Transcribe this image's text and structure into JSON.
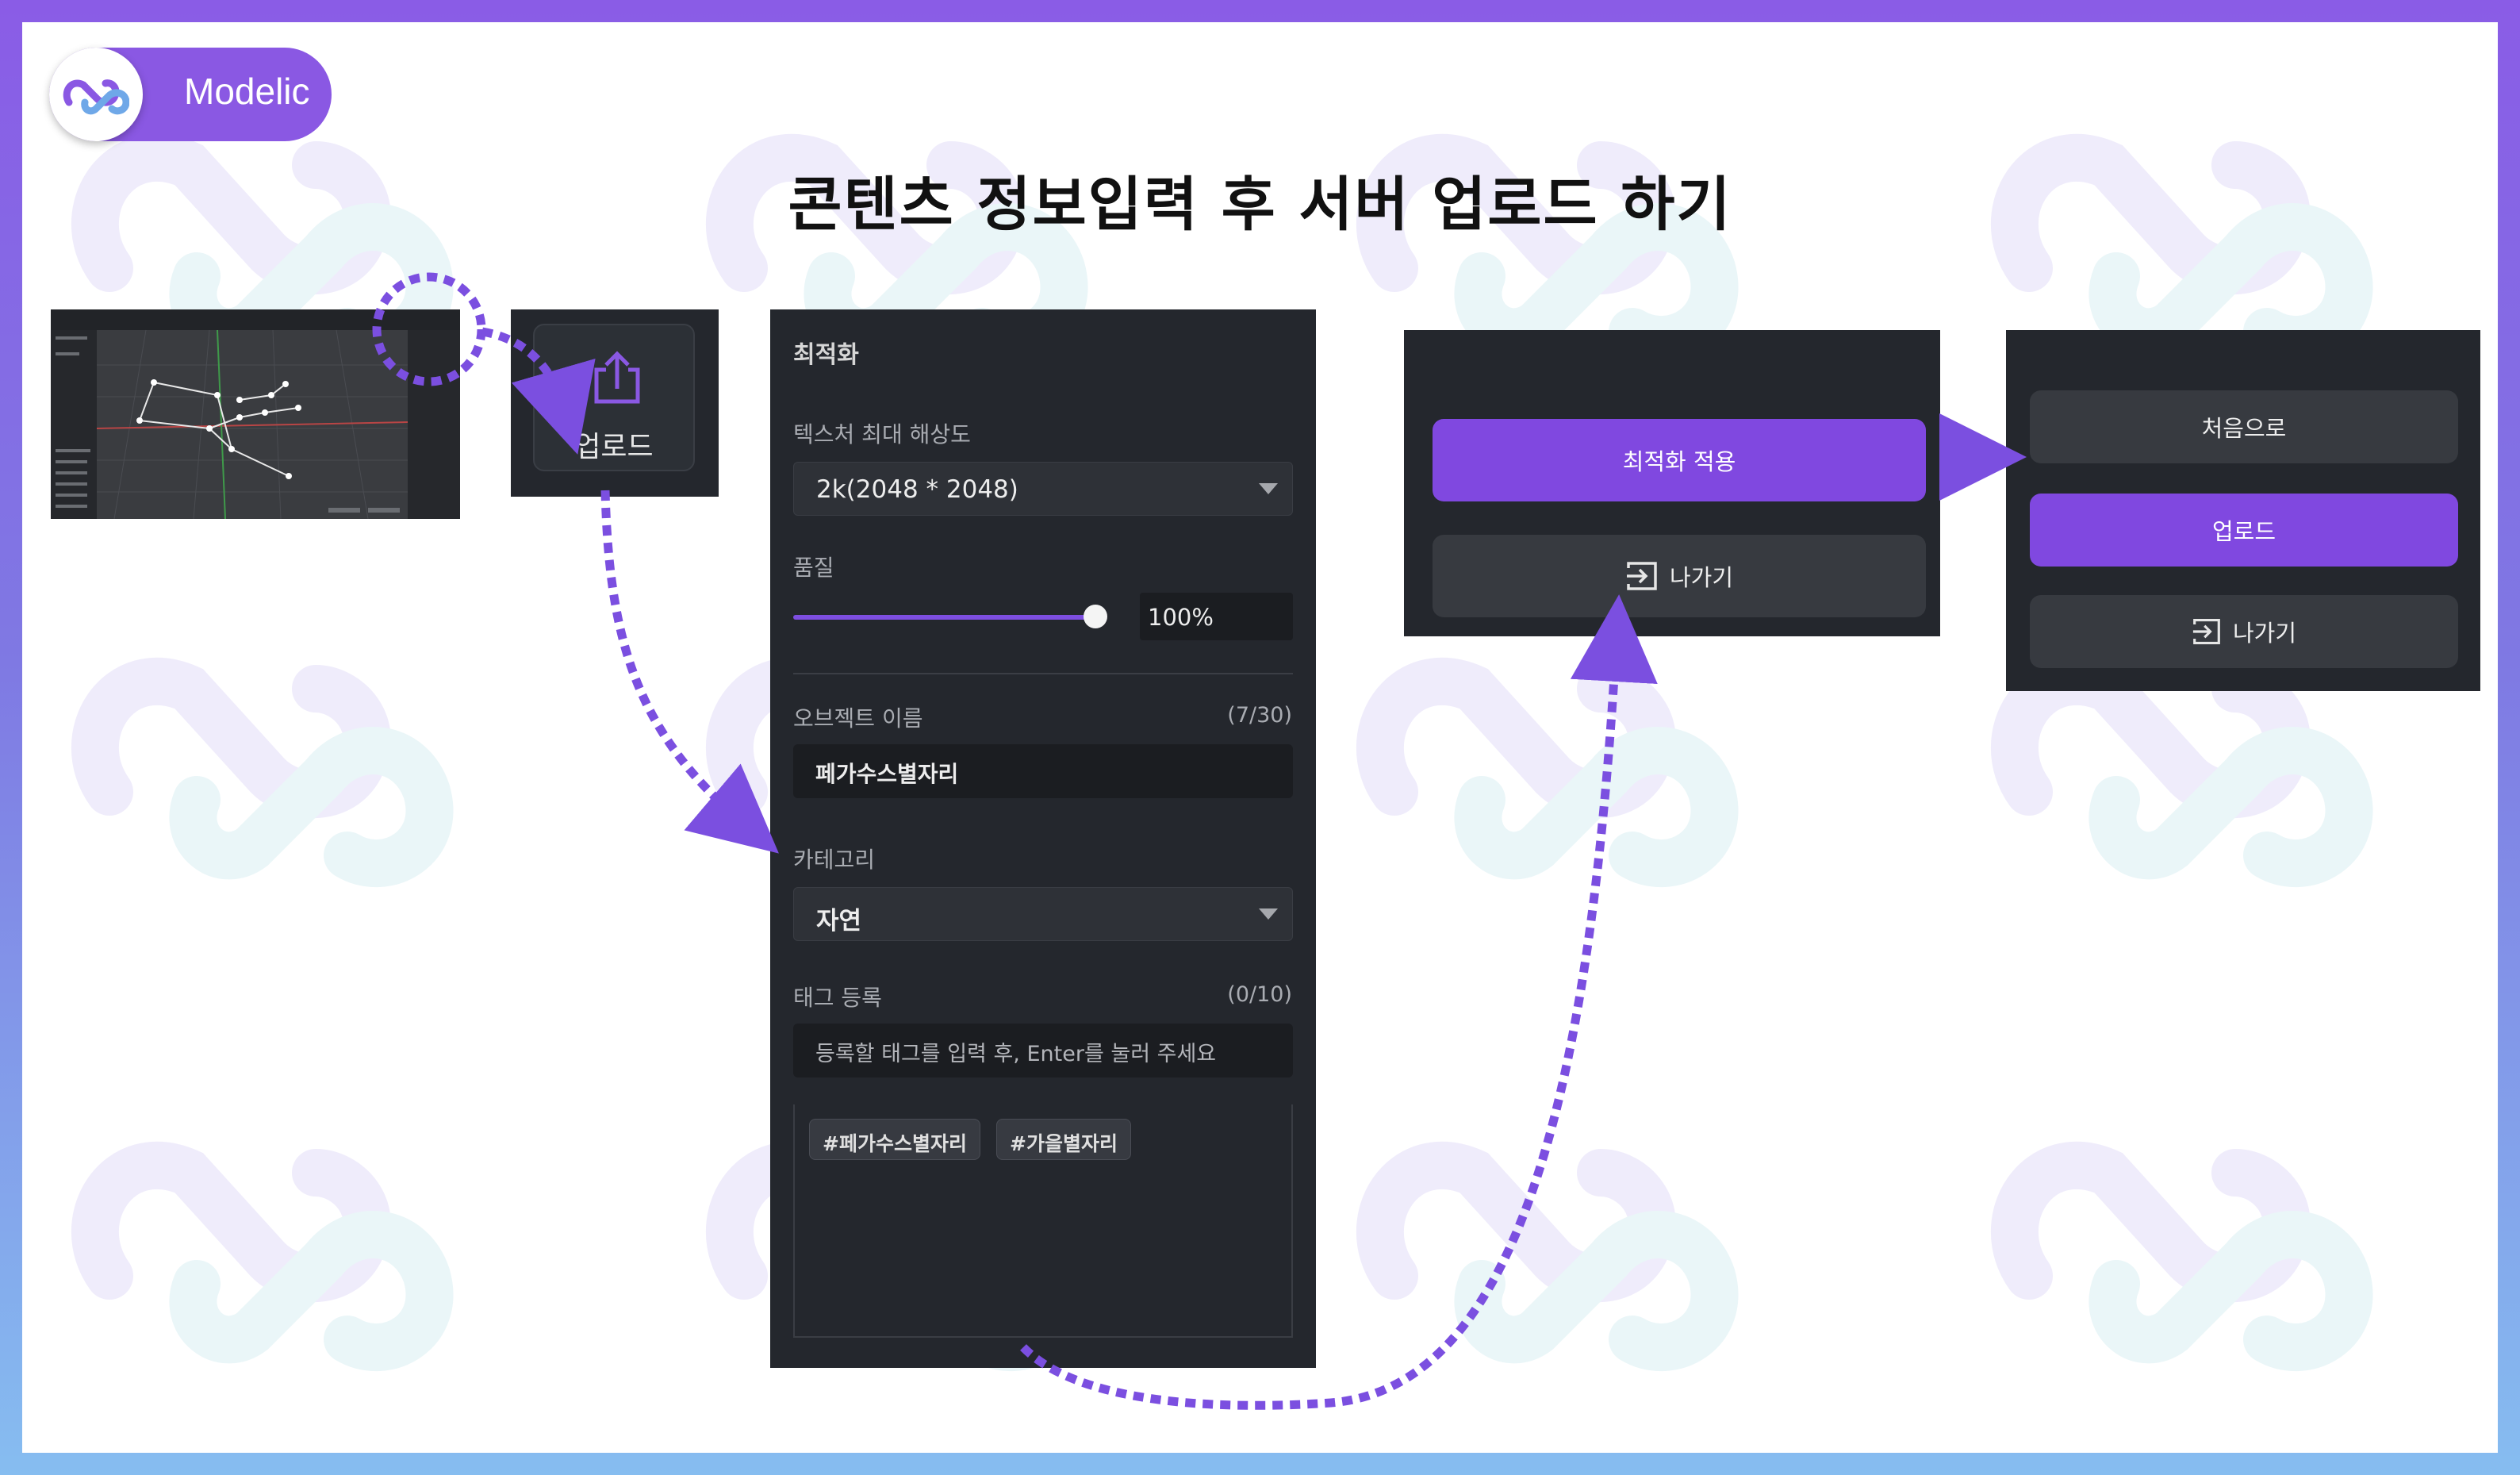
{
  "brand": {
    "name": "Modelic"
  },
  "title": "콘텐츠 정보입력 후 서버 업로드 하기",
  "upload_button": {
    "label": "업로드"
  },
  "form": {
    "section_title": "최적화",
    "texture_label": "텍스처 최대 해상도",
    "texture_value": "2k(2048 * 2048)",
    "quality_label": "품질",
    "quality_value": "100%",
    "quality_fraction": 1.0,
    "object_name_label": "오브젝트 이름",
    "object_name_count": "(7/30)",
    "object_name_value": "페가수스별자리",
    "category_label": "카테고리",
    "category_value": "자연",
    "tag_label": "태그 등록",
    "tag_count": "(0/10)",
    "tag_placeholder": "등록할 태그를 입력 후, Enter를 눌러 주세요",
    "tags": [
      "#페가수스별자리",
      "#가을별자리"
    ]
  },
  "optimize_dialog": {
    "apply_label": "최적화 적용",
    "exit_label": "나가기"
  },
  "final_dialog": {
    "restart_label": "처음으로",
    "upload_label": "업로드",
    "exit_label": "나가기"
  },
  "colors": {
    "accent": "#8048e0",
    "panel": "#24272d",
    "frame_top": "#8a5ce6",
    "frame_bottom": "#86bdf0"
  }
}
